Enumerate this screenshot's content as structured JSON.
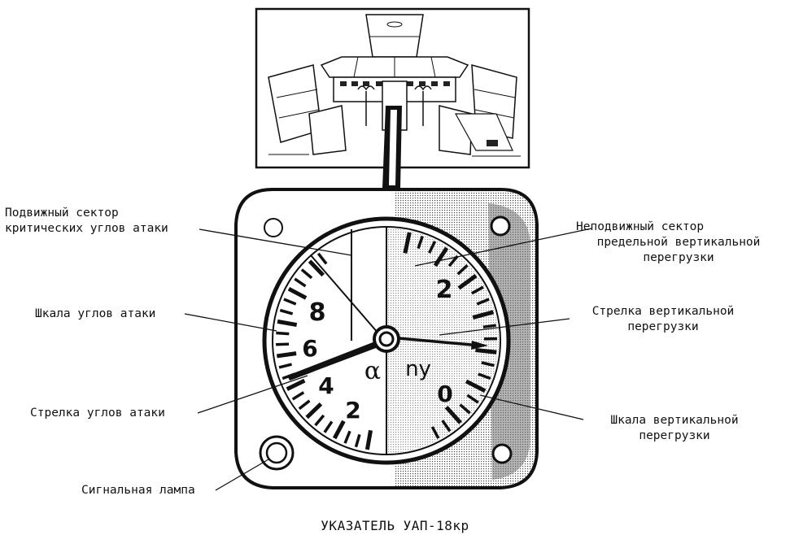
{
  "labels": {
    "movable_sector": [
      "Подвижный сектор",
      "критических углов атаки"
    ],
    "fixed_sector": [
      "Неподвижный сектор",
      "предельной вертикальной",
      "перегрузки"
    ],
    "aoa_scale": "Шкала углов атаки",
    "load_pointer": [
      "Стрелка вертикальной",
      "перегрузки"
    ],
    "aoa_pointer": "Стрелка углов атаки",
    "load_scale": [
      "Шкала вертикальной",
      "перегрузки"
    ],
    "signal_lamp": "Сигнальная лампа"
  },
  "dial": {
    "aoa_numbers": [
      "8",
      "6",
      "4",
      "2"
    ],
    "load_numbers": [
      "2",
      "0"
    ],
    "alpha_symbol": "α",
    "ny_symbol": "nу"
  },
  "caption": "УКАЗАТЕЛЬ УАП-18кр",
  "colors": {
    "ink": "#111111",
    "paper": "#ffffff",
    "shade": "#9a9a9a"
  }
}
